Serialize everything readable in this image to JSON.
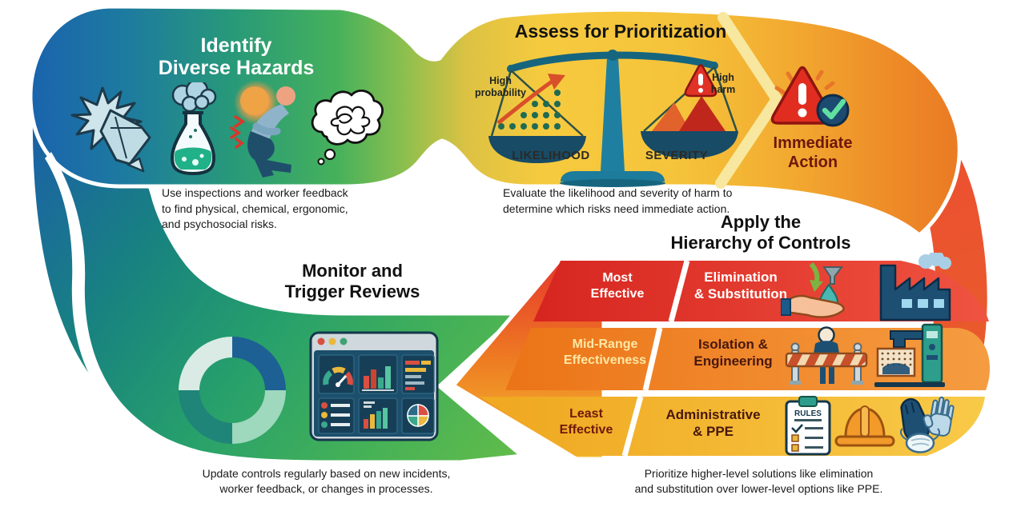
{
  "stages": {
    "identify": {
      "title": [
        "Identify",
        "Diverse Hazards"
      ],
      "description": [
        "Use inspections and worker feedback",
        "to find physical, chemical, ergonomic,",
        "and psychosocial risks."
      ],
      "icons": [
        "physical-hazard-icon",
        "chemical-hazard-icon",
        "ergonomic-hazard-icon",
        "psychosocial-hazard-icon"
      ]
    },
    "assess": {
      "title": "Assess for Prioritization",
      "scale": {
        "left_annotation": [
          "High",
          "probability"
        ],
        "left_label": "LIKELIHOOD",
        "right_annotation": [
          "High",
          "harm"
        ],
        "right_label": "SEVERITY"
      },
      "description": [
        "Evaluate the likelihood and severity of harm to",
        "determine which risks need immediate action."
      ],
      "action": [
        "Immediate",
        "Action"
      ],
      "icons": [
        "balance-scale-icon",
        "warning-check-icon"
      ]
    },
    "hierarchy": {
      "title": [
        "Apply the",
        "Hierarchy of Controls"
      ],
      "rows": [
        {
          "effectiveness": [
            "Most",
            "Effective"
          ],
          "label": [
            "Elimination",
            "& Substitution"
          ],
          "icons": [
            "substitution-hand-icon",
            "factory-icon"
          ]
        },
        {
          "effectiveness": [
            "Mid-Range",
            "Effectiveness"
          ],
          "label": [
            "Isolation &",
            "Engineering"
          ],
          "icons": [
            "barrier-icon",
            "machine-guard-icon"
          ]
        },
        {
          "effectiveness": [
            "Least",
            "Effective"
          ],
          "label": [
            "Administrative",
            "& PPE"
          ],
          "icons": [
            "rules-clipboard-icon",
            "hard-hat-icon",
            "gloves-mask-icon"
          ]
        }
      ],
      "clipboard_text": "RULES",
      "description": [
        "Prioritize higher-level solutions like elimination",
        "and substitution over lower-level options like PPE."
      ]
    },
    "monitor": {
      "title": [
        "Monitor and",
        "Trigger Reviews"
      ],
      "description": [
        "Update controls regularly based on new incidents,",
        "worker feedback, or changes in processes."
      ],
      "icons": [
        "cycle-donut-icon",
        "dashboard-icon"
      ]
    }
  },
  "colors": {
    "blue": "#1a63ad",
    "teal": "#1d7b9b",
    "green": "#3fae5f",
    "yellow": "#f5c53c",
    "orange": "#ee8a26",
    "red": "#e12d20",
    "navy": "#1c4a70"
  }
}
